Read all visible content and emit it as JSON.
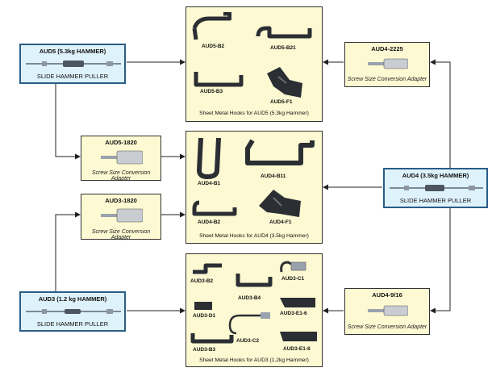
{
  "sources": {
    "aud5": {
      "code": "AUD5 (5.3kg HAMMER)",
      "name": "SLIDE HAMMER PULLER"
    },
    "aud4": {
      "code": "AUD4 (3.5kg HAMMER)",
      "name": "SLIDE HAMMER PULLER"
    },
    "aud3": {
      "code": "AUD3 (1.2 kg HAMMER)",
      "name": "SLIDE HAMMER PULLER"
    }
  },
  "adapters": {
    "aud4_2225": {
      "code": "AUD4-2225",
      "name": "Screw Size Conversion Adapter"
    },
    "aud5_1820": {
      "code": "AUD5-1820",
      "name": "Screw Size Conversion Adapter"
    },
    "aud3_1820": {
      "code": "AUD3-1820",
      "name": "Screw Size Conversion Adapter"
    },
    "aud4_916": {
      "code": "AUD4-9/16",
      "name": "Screw Size Conversion Adapter"
    }
  },
  "hook_groups": {
    "aud5": {
      "caption": "Sheet Metal Hooks for AUD5 (5.3kg Hammer)",
      "items": [
        "AUD5-B2",
        "AUD5-B21",
        "AUD5-B3",
        "AUD5-F1"
      ]
    },
    "aud4": {
      "caption": "Sheet Metal Hooks for AUD4 (3.5kg Hammer)",
      "items": [
        "AUD4-B1",
        "AUD4-B11",
        "AUD4-B2",
        "AUD4-F1"
      ]
    },
    "aud3": {
      "caption": "Sheet Metal Hooks for AUD3 (1.2kg Hammer)",
      "items": [
        "AUD3-B2",
        "AUD3-B4",
        "AUD3-C1",
        "AUD3-D1",
        "AUD3-E1-6",
        "AUD3-C2",
        "AUD3-B3",
        "AUD3-E1-8"
      ]
    }
  },
  "colors": {
    "panel": "#fdf9d2",
    "source": "#def2fb",
    "source_border": "#2a5d86",
    "hook": "#2b2e33",
    "connector": "#222222"
  }
}
